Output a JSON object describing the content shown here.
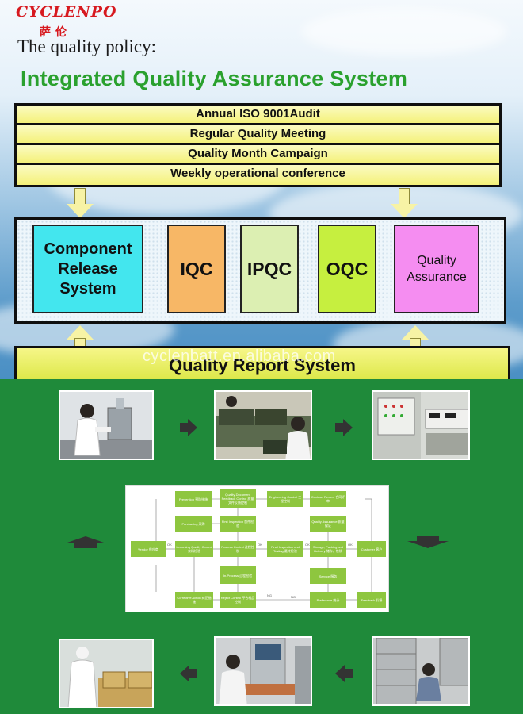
{
  "brand": {
    "name": "CYCLENPO",
    "chinese": "萨伦"
  },
  "policy_label": "The quality policy:",
  "title": "Integrated Quality Assurance System",
  "top_bars": [
    "Annual ISO 9001Audit",
    "Regular Quality Meeting",
    "Quality Month Campaign",
    "Weekly operational conference"
  ],
  "boxes": {
    "component_release": [
      "Component",
      "Release",
      "System"
    ],
    "iqc": "IQC",
    "ipqc": "IPQC",
    "oqc": "OQC",
    "quality_assurance": [
      "Quality",
      "Assurance"
    ]
  },
  "report_system": "Quality Report System",
  "watermark": "cyclenbatt.en.alibaba.com",
  "colors": {
    "title_green": "#2aa12e",
    "bar_yellow": "#f4f17a",
    "crs_cyan": "#43e6ee",
    "iqc_orange": "#f7b766",
    "ipqc_light_green": "#dcefb2",
    "oqc_lime": "#c6ef3f",
    "qa_pink": "#f58df1",
    "background_green": "#1f8a3a",
    "flow_node_green": "#8ec63f"
  },
  "flowchart_nodes": [
    "Prevention 预防措施",
    "Quality Document Feedback Control 质量文件反馈控制",
    "Engineering Control 工程控制",
    "Contract Review 合同评审",
    "Purchasing 采购",
    "First Inspection 首件检验",
    "Quality Assurance 质量保证",
    "Vendor 供应商",
    "In-coming Quality Control 来料检验",
    "Process Control 过程控制",
    "Final Inspection and Testing 最终检验",
    "Storage, Packing and Delivery 储存、包装",
    "Customer 客户",
    "In-Process 过程检验",
    "Service 服务",
    "Corrective Action 纠正措施",
    "Reject Control 不合格品控制",
    "Preference 统计",
    "Feedback 反馈"
  ],
  "flowchart_labels": [
    "OK",
    "OK",
    "OK",
    "OK",
    "NG",
    "NG"
  ]
}
